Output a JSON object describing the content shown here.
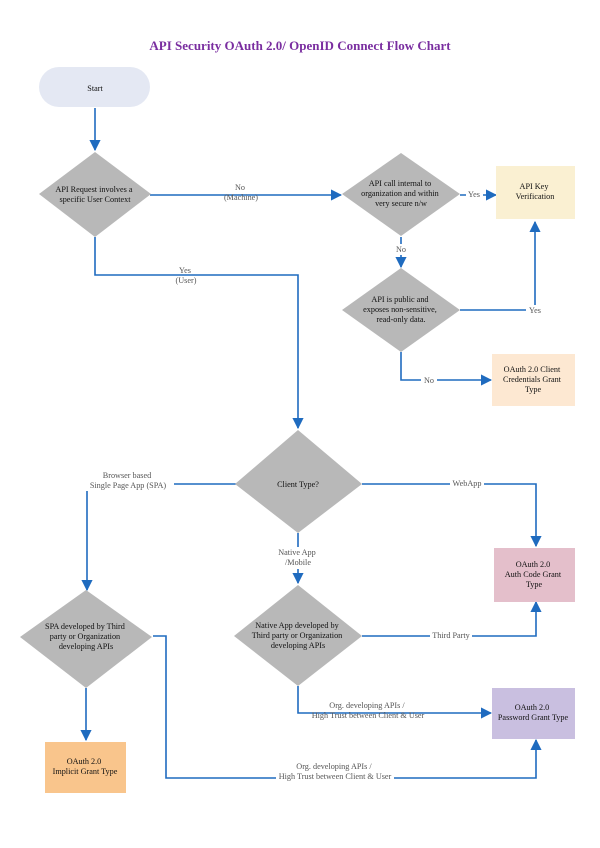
{
  "title": "API Security OAuth 2.0/ OpenID Connect Flow Chart",
  "colors": {
    "title": "#7a2ea0",
    "decision": "#b8b8b8",
    "start": "#e4e8f3",
    "api_key": "#faf0d2",
    "client_credentials": "#fde8d2",
    "auth_code": "#e4bfcb",
    "password": "#c9bfe0",
    "implicit": "#f9c58c",
    "edge": "#1f6bbf"
  },
  "nodes": {
    "start": [
      "Start"
    ],
    "user_context": [
      "API Request involves a",
      "specific User Context"
    ],
    "api_internal": [
      "API call internal to",
      "organization and within",
      "very secure n/w"
    ],
    "api_key": [
      "API Key",
      "Verification"
    ],
    "api_public": [
      "API is public and",
      "exposes non-sensitive,",
      "read-only data."
    ],
    "client_credentials": [
      "OAuth 2.0 Client",
      "Credentials Grant",
      "Type"
    ],
    "client_type": [
      "Client Type?"
    ],
    "auth_code": [
      "OAuth 2.0",
      "Auth Code Grant",
      "Type"
    ],
    "spa_dev": [
      "SPA developed by Third",
      "party or Organization",
      "developing APIs"
    ],
    "native_dev": [
      "Native App developed by",
      "Third party or Organization",
      "developing APIs"
    ],
    "password": [
      "OAuth 2.0",
      "Password Grant Type"
    ],
    "implicit": [
      "OAuth 2.0",
      "Implicit Grant Type"
    ]
  },
  "edge_labels": {
    "no_machine": [
      "No",
      "(Machine)"
    ],
    "yes_user": [
      "Yes",
      "(User)"
    ],
    "yes_key": [
      "Yes"
    ],
    "no_public": [
      "No"
    ],
    "yes_public": [
      "Yes"
    ],
    "no_cc": [
      "No"
    ],
    "spa": [
      "Browser based",
      "Single Page App (SPA)"
    ],
    "webapp": [
      "WebApp"
    ],
    "native": [
      "Native App",
      "/Mobile"
    ],
    "third_party": [
      "Third Party"
    ],
    "org_native": [
      "Org. developing APIs /",
      "High Trust between Client & User"
    ],
    "org_spa": [
      "Org. developing APIs /",
      "High Trust between Client & User"
    ]
  }
}
